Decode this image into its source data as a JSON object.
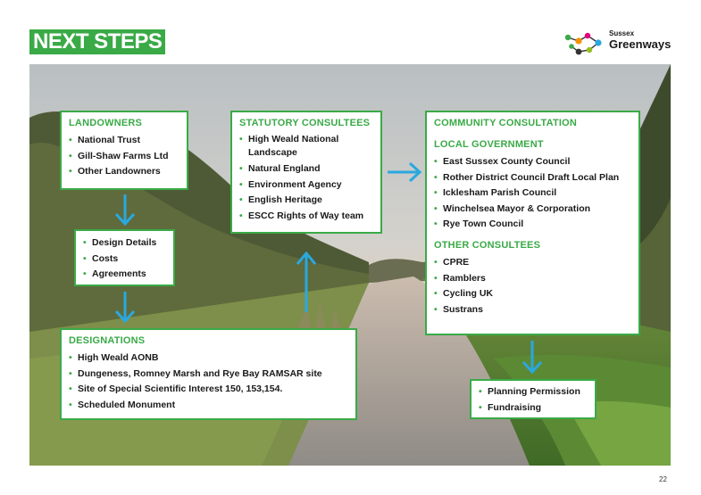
{
  "page": {
    "title": "NEXT STEPS",
    "page_number": "22"
  },
  "logo": {
    "line1": "Sussex",
    "line2": "Greenways"
  },
  "boxes": {
    "landowners": {
      "heading": "LANDOWNERS",
      "items": [
        "National Trust",
        "Gill-Shaw Farms Ltd",
        "Other Landowners"
      ]
    },
    "design": {
      "items": [
        "Design Details",
        "Costs",
        "Agreements"
      ]
    },
    "designations": {
      "heading": "DESIGNATIONS",
      "items": [
        "High Weald AONB",
        "Dungeness, Romney Marsh and Rye Bay RAMSAR site",
        "Site of Special Scientific Interest 150, 153,154.",
        "Scheduled Monument"
      ]
    },
    "statutory": {
      "heading": "STATUTORY CONSULTEES",
      "items": [
        "High Weald National Landscape",
        "Natural England",
        "Environment Agency",
        "English Heritage",
        "ESCC Rights of Way team"
      ]
    },
    "community": {
      "heading": "COMMUNITY CONSULTATION",
      "subheading1": "LOCAL GOVERNMENT",
      "items1": [
        "East Sussex County Council",
        "Rother District Council Draft Local Plan",
        "Icklesham Parish Council",
        "Winchelsea Mayor & Corporation",
        "Rye Town Council"
      ],
      "subheading2": "OTHER CONSULTEES",
      "items2": [
        "CPRE",
        "Ramblers",
        "Cycling UK",
        "Sustrans"
      ]
    },
    "planning": {
      "items": [
        "Planning Permission",
        "Fundraising"
      ]
    }
  },
  "colors": {
    "accent": "#3aaa47",
    "arrow": "#29a8e0",
    "text": "#1a1a1a"
  }
}
